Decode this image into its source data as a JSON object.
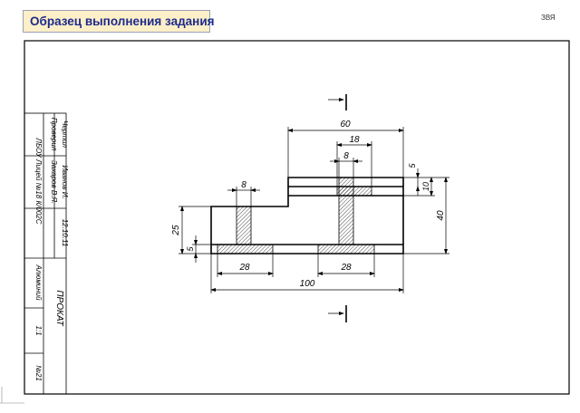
{
  "slide": {
    "title": "Образец выполнения задания",
    "corner_code": "ЗВЯ"
  },
  "title_block": {
    "role_drawn": "Чертил",
    "role_checked": "Проверил",
    "name_drawn": "Иванов И.",
    "name_checked": "Захаров В.Я.",
    "date": "12.10.11",
    "group": "ЛБОУ Лицей №18 К/002С",
    "material": "Алюминий",
    "drawing_title": "ПРОКАТ",
    "scale": "1:1",
    "sheet_no": "№21"
  },
  "dimensions": {
    "overall_width": "100",
    "top_width": "60",
    "rib_thickness_left": "8",
    "rib_thickness_right": "8",
    "flange_width_top": "18",
    "flange_width_left": "28",
    "flange_width_right": "28",
    "total_height": "40",
    "left_height": "25",
    "bottom_thickness": "5",
    "top_thickness": "5",
    "top_flange_height": "10"
  },
  "colors": {
    "title_bg": "#fdefc8",
    "title_text": "#1c2a8c",
    "line": "#000000"
  }
}
